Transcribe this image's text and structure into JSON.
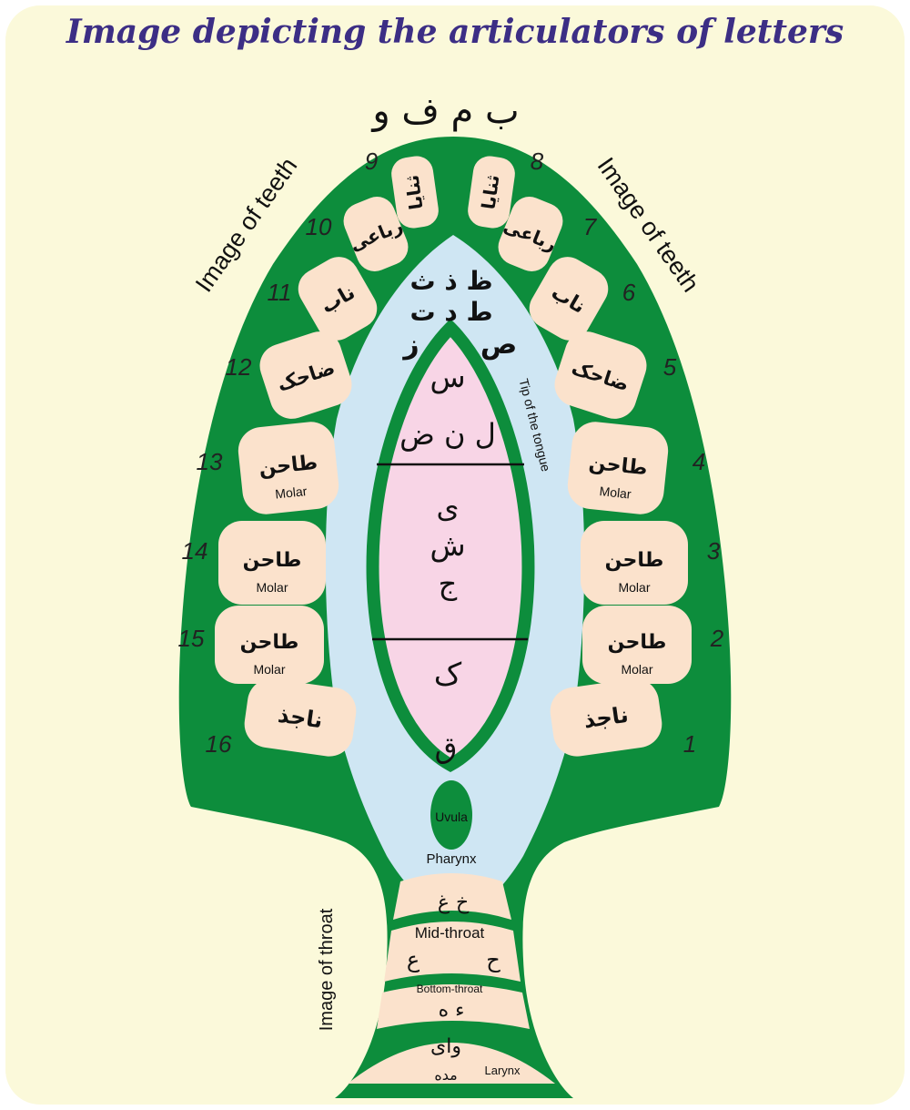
{
  "title": "Image depicting the articulators of letters",
  "lips_letters": "ب م ف و",
  "side_labels": {
    "teeth_left": "Image of teeth",
    "teeth_right": "Image of teeth",
    "throat": "Image of throat"
  },
  "teeth_left": [
    {
      "num": "9",
      "name": "ثنایا",
      "sub": ""
    },
    {
      "num": "10",
      "name": "رباعی",
      "sub": ""
    },
    {
      "num": "11",
      "name": "ناب",
      "sub": ""
    },
    {
      "num": "12",
      "name": "ضاحک",
      "sub": ""
    },
    {
      "num": "13",
      "name": "طاحن",
      "sub": "Molar"
    },
    {
      "num": "14",
      "name": "طاحن",
      "sub": "Molar"
    },
    {
      "num": "15",
      "name": "طاحن",
      "sub": "Molar"
    },
    {
      "num": "16",
      "name": "ناجذ",
      "sub": ""
    }
  ],
  "teeth_right": [
    {
      "num": "8",
      "name": "ثنایا",
      "sub": ""
    },
    {
      "num": "7",
      "name": "رباعی",
      "sub": ""
    },
    {
      "num": "6",
      "name": "ناب",
      "sub": ""
    },
    {
      "num": "5",
      "name": "ضاحک",
      "sub": ""
    },
    {
      "num": "4",
      "name": "طاحن",
      "sub": "Molar"
    },
    {
      "num": "3",
      "name": "طاحن",
      "sub": "Molar"
    },
    {
      "num": "2",
      "name": "طاحن",
      "sub": "Molar"
    },
    {
      "num": "1",
      "name": "ناجذ",
      "sub": ""
    }
  ],
  "mouth_letters": {
    "row1": "ظ ذ ث",
    "row2": "ط د ت",
    "left_z": "ز",
    "right_s": "ص"
  },
  "tip_of_tongue": "Tip of the tongue",
  "tongue": {
    "upper": [
      "س",
      "ل ن ض"
    ],
    "middle": [
      "ی",
      "ش",
      "ج"
    ],
    "lower": [
      "ک"
    ],
    "back": "ق"
  },
  "uvula": "Uvula",
  "pharynx": "Pharynx",
  "throat": {
    "upper_letters": "خ غ",
    "mid_label": "Mid-throat",
    "mid_left": "ع",
    "mid_right": "ح",
    "bottom_label": "Bottom-throat",
    "bottom_letters": "ء ه",
    "larynx_letters": "وای",
    "madd": "مده",
    "larynx_label": "Larynx"
  }
}
